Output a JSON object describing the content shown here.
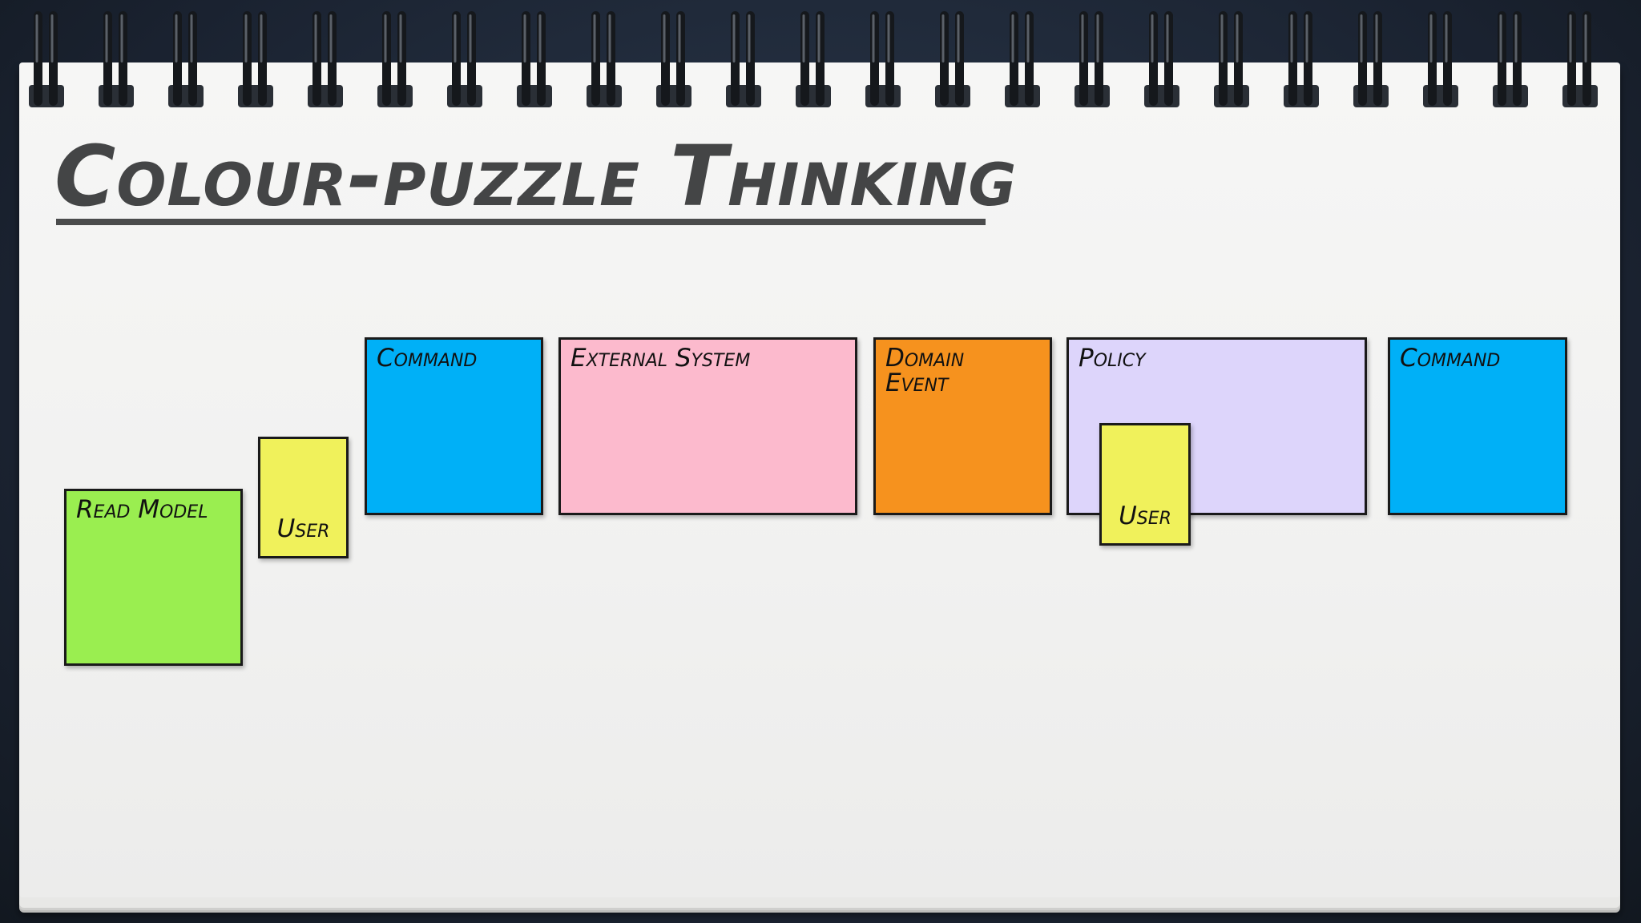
{
  "title": "Colour-puzzle Thinking",
  "colors": {
    "command": "#00b0f7",
    "external_system": "#fcbacd",
    "domain_event": "#f6921e",
    "policy": "#ddd5fb",
    "user": "#f0f15b",
    "read_model": "#9aee50"
  },
  "stickies": {
    "read_model": "Read Model",
    "user_1": "User",
    "command_1": "Command",
    "external_system": "External System",
    "domain_event": "Domain\nEvent",
    "policy": "Policy",
    "user_2": "User",
    "command_2": "Command"
  }
}
